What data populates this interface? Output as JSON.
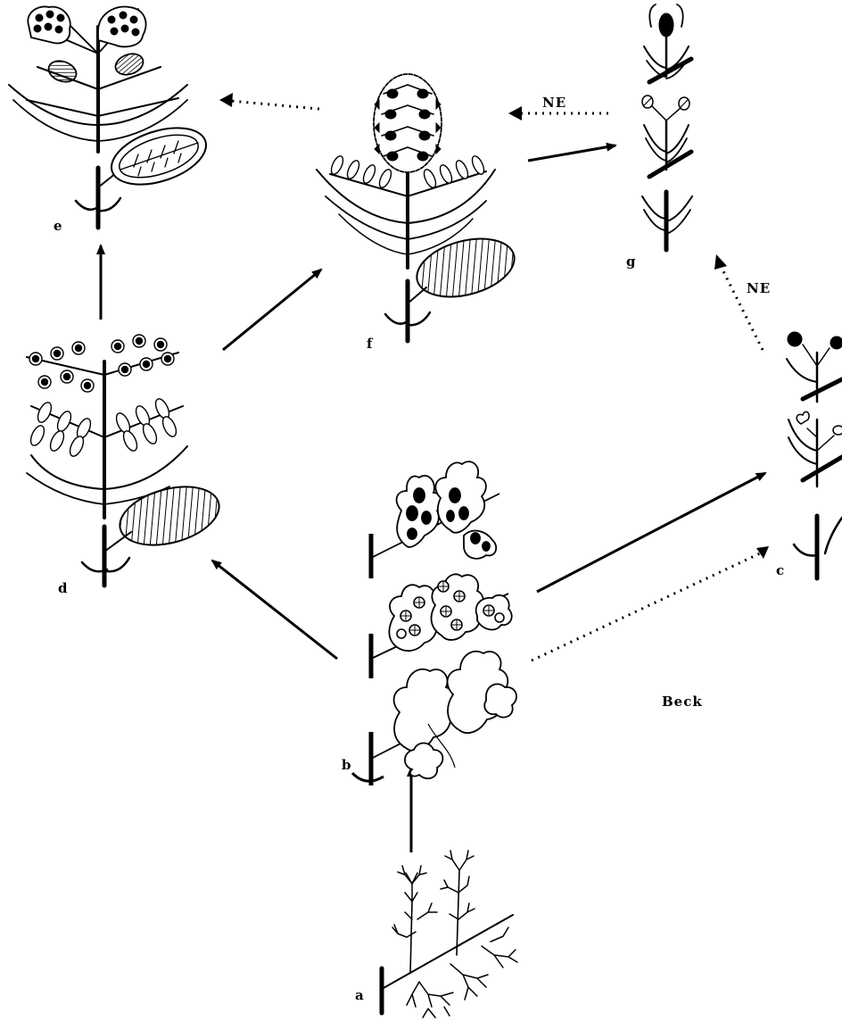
{
  "labels": {
    "a": "a",
    "b": "b",
    "c": "c",
    "d": "d",
    "e": "e",
    "f": "f",
    "g": "g"
  },
  "annotations": {
    "ne_top": "NE",
    "ne_right": "NE",
    "beck": "Beck"
  },
  "colors": {
    "ink": "#000000",
    "paper": "#ffffff"
  }
}
